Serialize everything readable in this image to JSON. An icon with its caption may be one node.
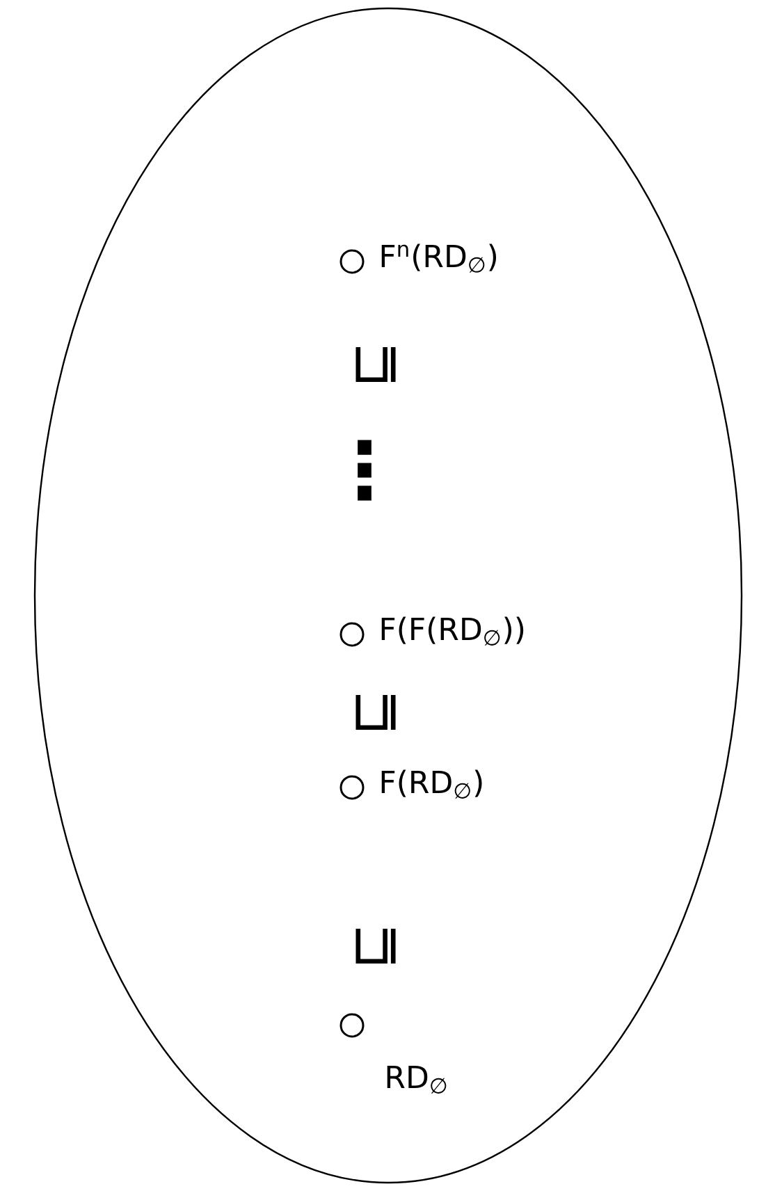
{
  "diagram": {
    "nodes": [
      {
        "text": [],
        "shape": "ellipse"
      },
      {
        "text": [],
        "shape": "circle",
        "in": 0,
        "beside": [
          "F$^{n}$(RD$_{∅}$)"
        ]
      },
      {
        "text": [],
        "shape": "circle",
        "in": 0,
        "beside": [
          "F(F(RD$_{∅}$))"
        ]
      },
      {
        "text": [],
        "shape": "circle",
        "in": 0,
        "beside": [
          "F(RD$_{∅}$)"
        ]
      },
      {
        "text": [],
        "shape": "circle",
        "in": 0,
        "beside": [
          "RD$_{∅}$"
        ]
      }
    ],
    "labels": [
      "⊑",
      "⋮",
      "⊑",
      "⊑"
    ]
  }
}
